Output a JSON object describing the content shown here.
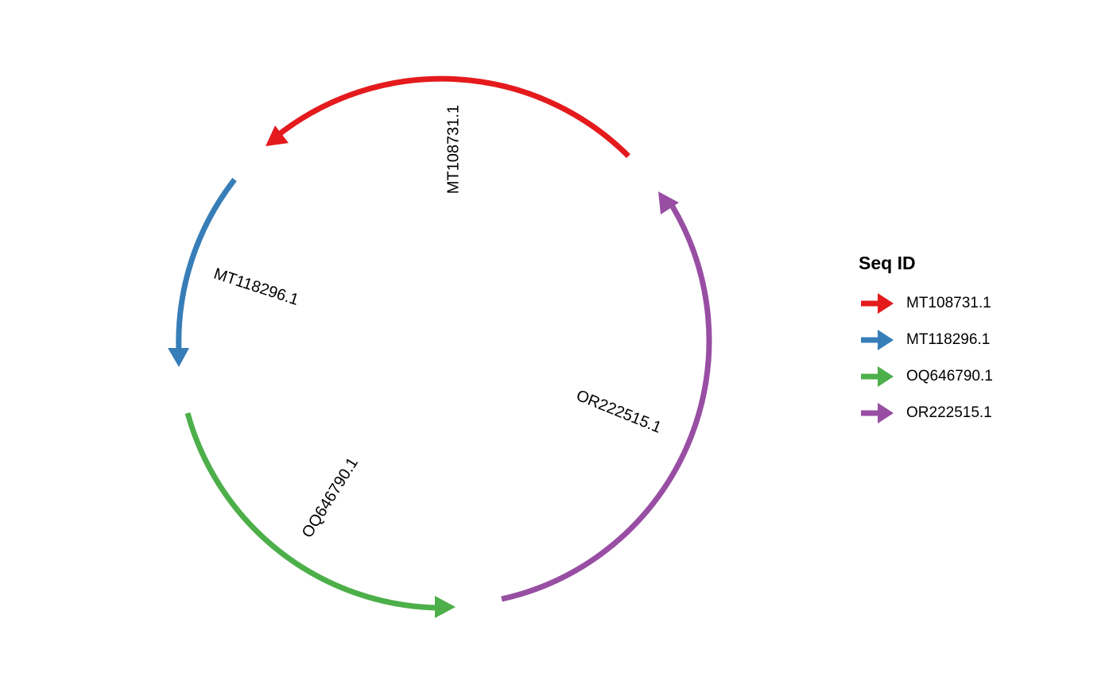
{
  "legend": {
    "title": "Seq ID",
    "items": [
      {
        "label": "MT108731.1",
        "color": "#E41A1C"
      },
      {
        "label": "MT118296.1",
        "color": "#377EB8"
      },
      {
        "label": "OQ646790.1",
        "color": "#4DAF4A"
      },
      {
        "label": "OR222515.1",
        "color": "#984EA3"
      }
    ]
  },
  "segments": [
    {
      "label": "MT108731.1",
      "color": "#E41A1C",
      "direction": "counterclockwise"
    },
    {
      "label": "MT118296.1",
      "color": "#377EB8",
      "direction": "counterclockwise"
    },
    {
      "label": "OQ646790.1",
      "color": "#4DAF4A",
      "direction": "counterclockwise"
    },
    {
      "label": "OR222515.1",
      "color": "#984EA3",
      "direction": "counterclockwise"
    }
  ]
}
